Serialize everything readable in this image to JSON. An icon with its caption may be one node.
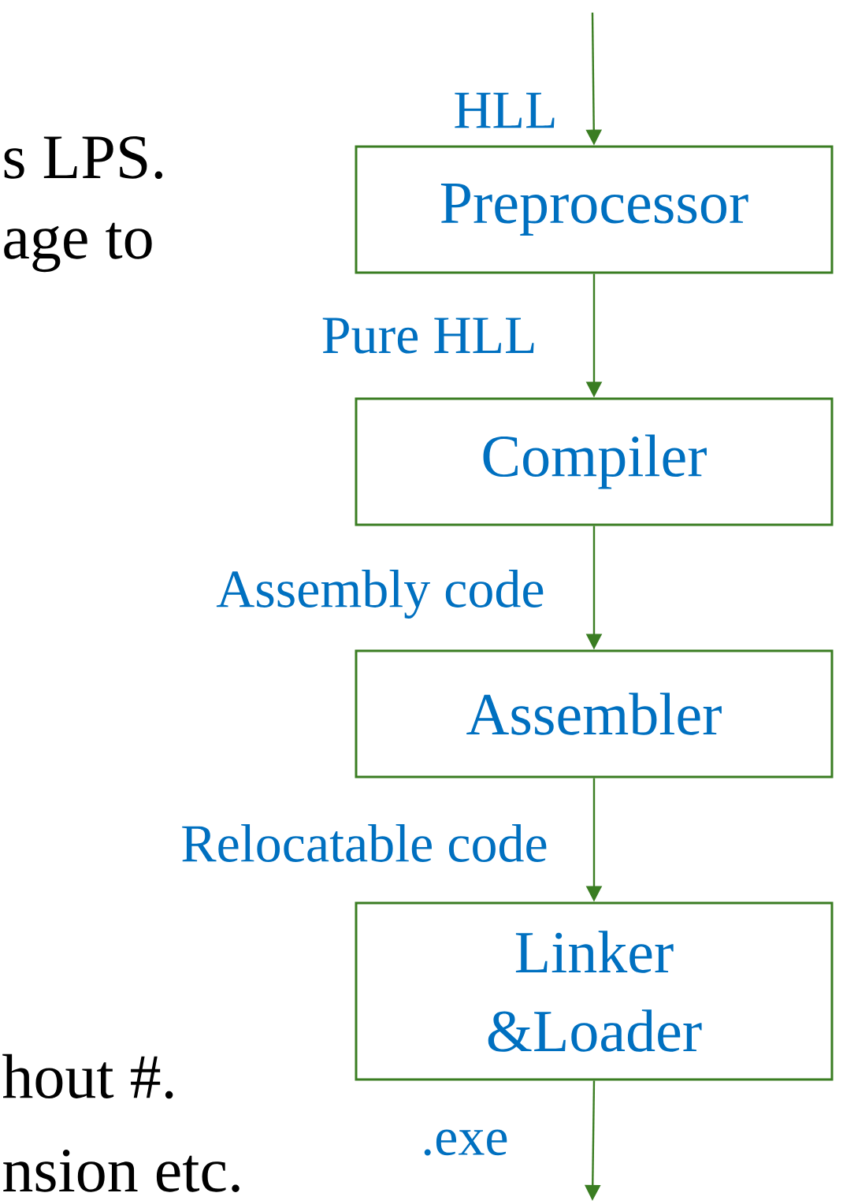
{
  "diagram": {
    "nodes": [
      {
        "text": [
          "Preprocessor"
        ]
      },
      {
        "text": [
          "Compiler"
        ]
      },
      {
        "text": [
          "Assembler"
        ]
      },
      {
        "text": [
          "Linker &Loader"
        ]
      }
    ],
    "edges": [
      {
        "from": null,
        "to": 0,
        "arrow": "to",
        "label": "HLL"
      },
      {
        "from": 0,
        "to": 1,
        "arrow": "to",
        "label": "Pure HLL"
      },
      {
        "from": 1,
        "to": 2,
        "arrow": "to",
        "label": "Assembly code"
      },
      {
        "from": 2,
        "to": 3,
        "arrow": "to",
        "label": "Relocatable code"
      },
      {
        "from": 3,
        "to": null,
        "arrow": "to",
        "label": ".exe"
      }
    ],
    "labels": [
      "s LPS.",
      "age to",
      "hout #.",
      "nsion etc."
    ]
  }
}
